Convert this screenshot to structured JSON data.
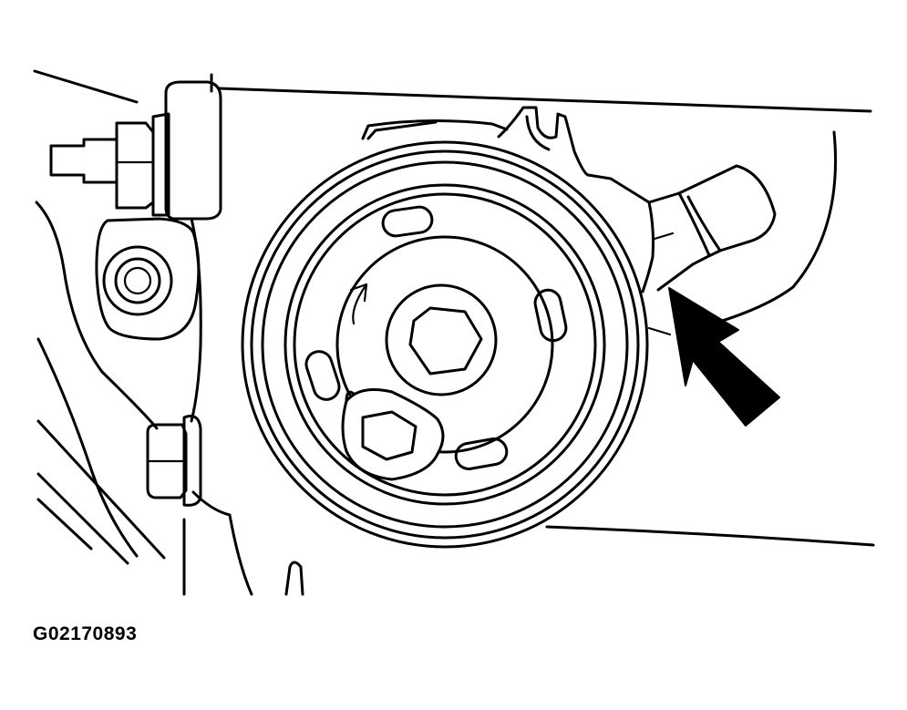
{
  "figure": {
    "code": "G02170893",
    "ink_color": "#000000",
    "background_color": "#ffffff"
  },
  "parts": {
    "pulley": "power-steering-pulley",
    "center_fastener": "hex-bolt",
    "pointer": "arrow-pointer"
  }
}
